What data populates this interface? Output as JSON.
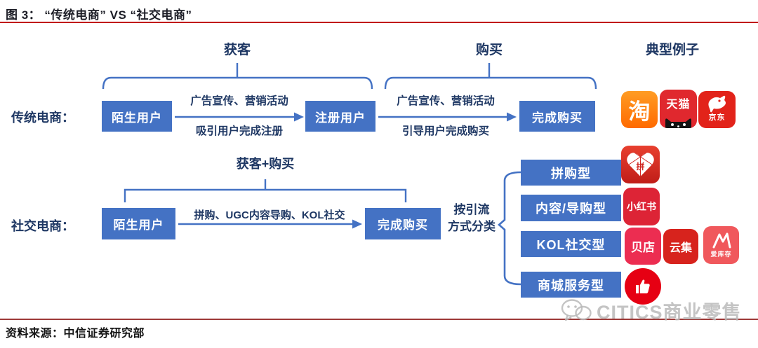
{
  "title": "图 3：  “传统电商” VS “社交电商”",
  "stages": {
    "acquire": "获客",
    "purchase": "购买",
    "examples": "典型例子",
    "acquire_purchase": "获客+购买"
  },
  "traditional": {
    "row_label": "传统电商：",
    "box_stranger": "陌生用户",
    "box_registered": "注册用户",
    "box_purchase": "完成购买",
    "arrow1_top": "广告宣传、营销活动",
    "arrow1_bottom": "吸引用户完成注册",
    "arrow2_top": "广告宣传、营销活动",
    "arrow2_bottom": "引导用户完成购买"
  },
  "social": {
    "row_label": "社交电商：",
    "box_stranger": "陌生用户",
    "box_purchase": "完成购买",
    "arrow_top": "拼购、UGC内容导购、KOL社交",
    "classify_line1": "按引流",
    "classify_line2": "方式分类",
    "categories": [
      "拼购型",
      "内容/导购型",
      "KOL社交型",
      "商城服务型"
    ]
  },
  "icons": {
    "taobao": "淘",
    "tmall": "天猫",
    "jd": "京东",
    "pinduoduo": "拼",
    "xiaohongshu": "小红书",
    "beidian": "贝店",
    "yunji": "云集",
    "aikucun": "爱库存"
  },
  "footer": {
    "source": "资料来源：中信证券研究部",
    "watermark": "CITICS商业零售"
  },
  "colors": {
    "box_blue": "#4472C4",
    "navy_text": "#1F3864",
    "title_rule_red": "#C00000",
    "footer_rule_red": "#9E3A38",
    "icon_red": "#E2231A",
    "taobao_orange": "#FF6A00"
  }
}
